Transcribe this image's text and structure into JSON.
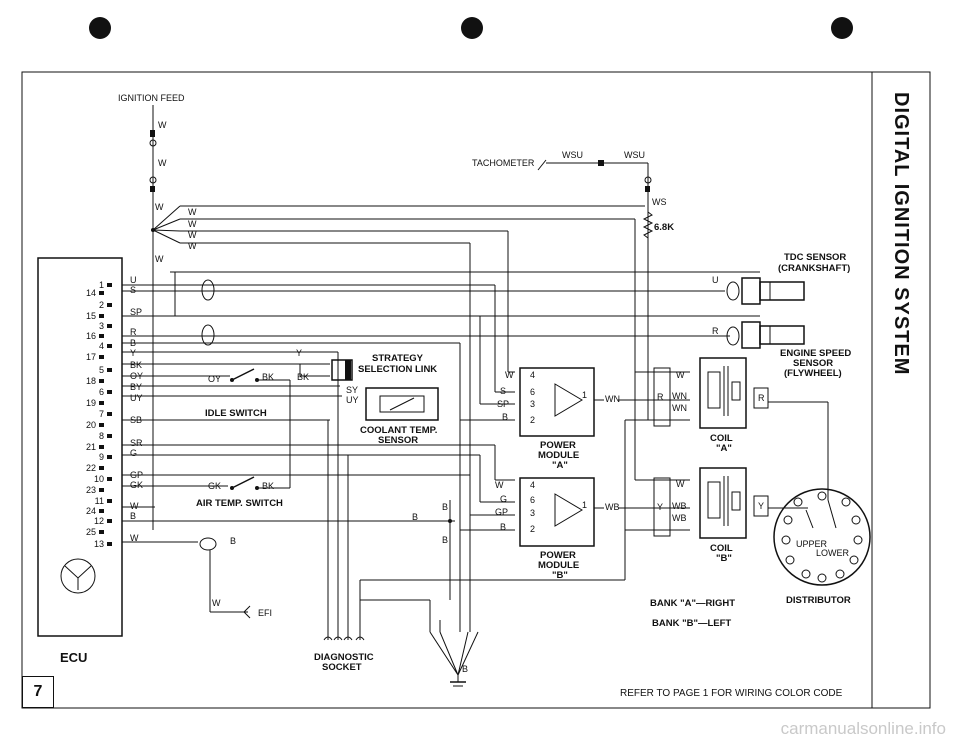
{
  "title": "DIGITAL IGNITION SYSTEM",
  "page_number": "7",
  "watermark": "carmanualsonline.info",
  "footer_note": "REFER TO PAGE 1 FOR WIRING COLOR CODE",
  "bank_a": "BANK \"A\"—RIGHT",
  "bank_b": "BANK \"B\"—LEFT",
  "labels": {
    "ignition_feed": "IGNITION FEED",
    "tachometer": "TACHOMETER",
    "wsu_left": "WSU",
    "wsu_right": "WSU",
    "ws": "WS",
    "resistor": "6.8K",
    "tdc_sensor": [
      "TDC SENSOR",
      "(CRANKSHAFT)"
    ],
    "engine_speed_sensor": [
      "ENGINE SPEED",
      "SENSOR",
      "(FLYWHEEL)"
    ],
    "strategy_link": [
      "STRATEGY",
      "SELECTION LINK"
    ],
    "coolant_sensor": [
      "COOLANT TEMP.",
      "SENSOR"
    ],
    "idle_switch": "IDLE SWITCH",
    "air_temp_switch": "AIR TEMP. SWITCH",
    "power_module_a": [
      "POWER",
      "MODULE",
      "\"A\""
    ],
    "power_module_b": [
      "POWER",
      "MODULE",
      "\"B\""
    ],
    "coil_a": [
      "COIL",
      "\"A\""
    ],
    "coil_b": [
      "COIL",
      "\"B\""
    ],
    "distributor": "DISTRIBUTOR",
    "dist_upper": "UPPER",
    "dist_lower": "LOWER",
    "ecu": "ECU",
    "efi": "EFI",
    "diagnostic_socket": [
      "DIAGNOSTIC",
      "SOCKET"
    ],
    "ground_b": "B"
  },
  "ecu_pins": [
    "1",
    "14",
    "2",
    "15",
    "3",
    "16",
    "4",
    "17",
    "5",
    "18",
    "6",
    "19",
    "7",
    "20",
    "8",
    "21",
    "9",
    "22",
    "10",
    "23",
    "11",
    "24",
    "12",
    "25",
    "13"
  ],
  "ecu_wire_colors": [
    "U",
    "S",
    "SP",
    "R",
    "B",
    "Y",
    "BK",
    "OY",
    "BY",
    "UY",
    "SB",
    "SR",
    "G",
    "GP",
    "GK",
    "W",
    "B",
    "W"
  ],
  "feed_wire_colors": [
    "W",
    "W",
    "W",
    "W",
    "W",
    "W",
    "W",
    "W"
  ],
  "misc_wire_labels": {
    "y_strategy": "Y",
    "bk_strategy": "BK",
    "oy_idle": "OY",
    "bk_idle": "BK",
    "sy": "SY",
    "uy": "UY",
    "gk_air": "GK",
    "bk_air": "BK",
    "b1": "B",
    "b2": "B",
    "b3": "B",
    "b4": "B",
    "w_efi": "W",
    "tdc_u": "U",
    "speed_r": "R"
  },
  "module_a_inputs": [
    "W",
    "S",
    "SP",
    "B"
  ],
  "module_a_pins": [
    "4",
    "6",
    "3",
    "2"
  ],
  "module_a_out_pin": "1",
  "module_a_out_wire": "WN",
  "module_b_inputs": [
    "W",
    "G",
    "GP",
    "B"
  ],
  "module_b_pins": [
    "4",
    "6",
    "3",
    "2"
  ],
  "module_b_out_pin": "1",
  "module_b_out_wire": "WB",
  "coil_a_wires": [
    "W",
    "WN",
    "WN"
  ],
  "coil_a_side": "R",
  "coil_a_side2": "R",
  "coil_b_wires": [
    "W",
    "WB",
    "WB"
  ],
  "coil_b_side": "Y",
  "coil_b_side2": "Y"
}
